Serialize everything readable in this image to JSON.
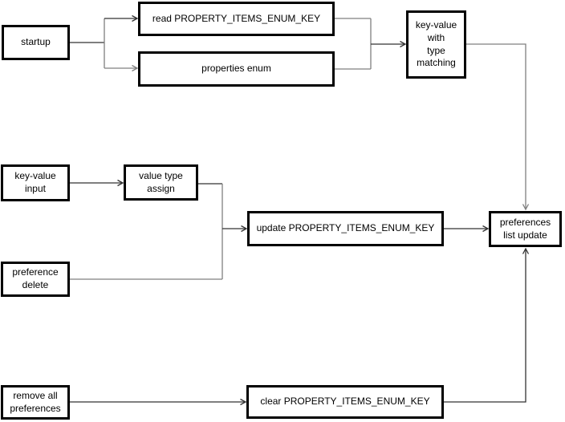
{
  "diagram": {
    "type": "flowchart",
    "nodes": {
      "startup": {
        "label": "startup"
      },
      "read_key": {
        "label": "read PROPERTY_ITEMS_ENUM_KEY"
      },
      "properties_enum": {
        "label": "properties enum"
      },
      "key_value_matching": {
        "label": "key-value\nwith\ntype\nmatching"
      },
      "key_value_input": {
        "label": "key-value\ninput"
      },
      "value_type_assign": {
        "label": "value type\nassign"
      },
      "preference_delete": {
        "label": "preference\ndelete"
      },
      "update_key": {
        "label": "update PROPERTY_ITEMS_ENUM_KEY"
      },
      "preferences_list_update": {
        "label": "preferences\nlist update"
      },
      "remove_all_preferences": {
        "label": "remove all\npreferences"
      },
      "clear_key": {
        "label": "clear PROPERTY_ITEMS_ENUM_KEY"
      }
    },
    "edges": [
      {
        "from": "startup",
        "to": "read_key"
      },
      {
        "from": "startup",
        "to": "properties_enum"
      },
      {
        "from": "read_key",
        "to": "key_value_matching"
      },
      {
        "from": "properties_enum",
        "to": "key_value_matching"
      },
      {
        "from": "key_value_matching",
        "to": "preferences_list_update"
      },
      {
        "from": "key_value_input",
        "to": "value_type_assign"
      },
      {
        "from": "value_type_assign",
        "to": "update_key"
      },
      {
        "from": "preference_delete",
        "to": "update_key"
      },
      {
        "from": "update_key",
        "to": "preferences_list_update"
      },
      {
        "from": "remove_all_preferences",
        "to": "clear_key"
      },
      {
        "from": "clear_key",
        "to": "preferences_list_update"
      }
    ],
    "colors": {
      "background": "#ffffff",
      "box_border": "#000000",
      "box_fill": "#ffffff",
      "text": "#000000",
      "line_dark": "#333333",
      "line_gray": "#7f7f7f"
    }
  }
}
